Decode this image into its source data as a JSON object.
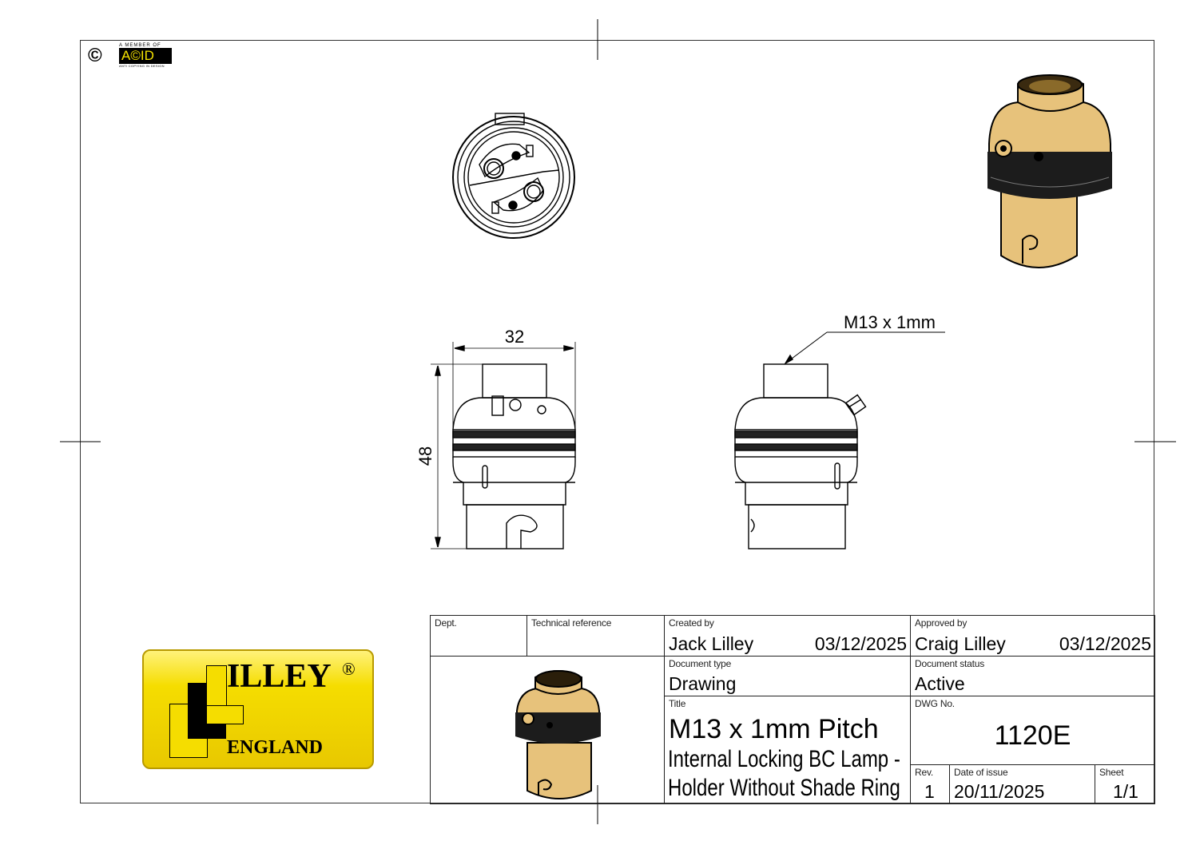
{
  "header": {
    "copyright_symbol": "©",
    "acid_top": "A MEMBER OF",
    "acid_logo": "A©ID",
    "acid_bottom": "ANTI COPYING IN DESIGN"
  },
  "dimensions": {
    "width": "32",
    "height": "48",
    "thread_callout": "M13 x 1mm"
  },
  "brand_logo": {
    "name": "ILLEY",
    "registered": "®",
    "country": "ENGLAND"
  },
  "title_block": {
    "dept_label": "Dept.",
    "dept_value": "",
    "tech_ref_label": "Technical reference",
    "created_by_label": "Created by",
    "created_by": "Jack Lilley",
    "created_date": "03/12/2025",
    "approved_by_label": "Approved by",
    "approved_by": "Craig Lilley",
    "approved_date": "03/12/2025",
    "doc_type_label": "Document type",
    "doc_type": "Drawing",
    "doc_status_label": "Document status",
    "doc_status": "Active",
    "title_label": "Title",
    "title_line1": "M13 x 1mm Pitch",
    "title_line2": "Internal Locking BC Lamp -",
    "title_line3": "Holder Without Shade Ring",
    "dwg_no_label": "DWG No.",
    "dwg_no": "1120E",
    "rev_label": "Rev.",
    "rev": "1",
    "date_of_issue_label": "Date of issue",
    "date_of_issue": "20/11/2025",
    "sheet_label": "Sheet",
    "sheet": "1/1"
  },
  "colors": {
    "brass": "#e7c27b",
    "logo_yellow": "#f5dd00"
  }
}
